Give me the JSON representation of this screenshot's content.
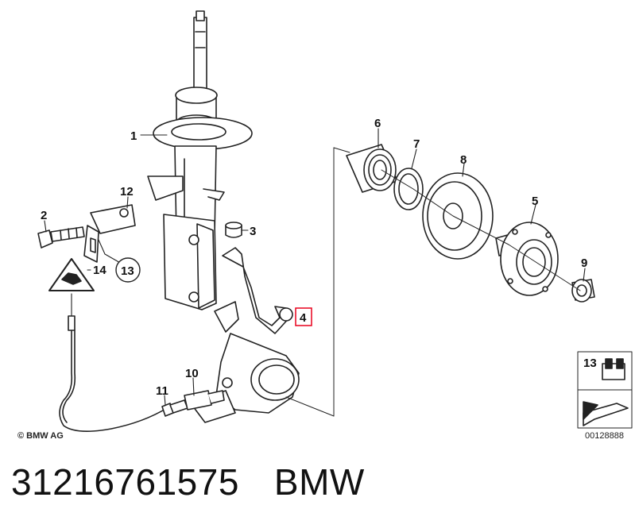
{
  "diagram": {
    "labels": {
      "l1": "1",
      "l2": "2",
      "l3": "3",
      "l4": "4",
      "l5": "5",
      "l6": "6",
      "l7": "7",
      "l8": "8",
      "l9": "9",
      "l10": "10",
      "l11": "11",
      "l12": "12",
      "l13": "13",
      "l14": "14",
      "inset13": "13"
    },
    "copyright": "© BMW AG",
    "reference_number": "00128888",
    "highlight_color": "#e8001c"
  },
  "caption": {
    "part_number": "31216761575",
    "brand": "BMW"
  }
}
